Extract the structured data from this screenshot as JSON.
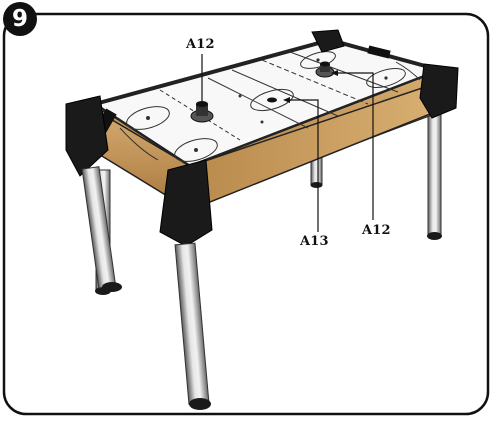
{
  "step": {
    "number": "9"
  },
  "callouts": [
    {
      "id": "A12"
    },
    {
      "id": "A13"
    },
    {
      "id": "A12"
    }
  ],
  "colors": {
    "ink": "#111111",
    "wood": "#c89a5a",
    "wood_dark": "#9c6f3a",
    "playfield": "#f7f7f7",
    "corner_guard": "#1a1a1a",
    "leg_light": "#d8d8d8",
    "leg_dark": "#6e6e6e"
  }
}
